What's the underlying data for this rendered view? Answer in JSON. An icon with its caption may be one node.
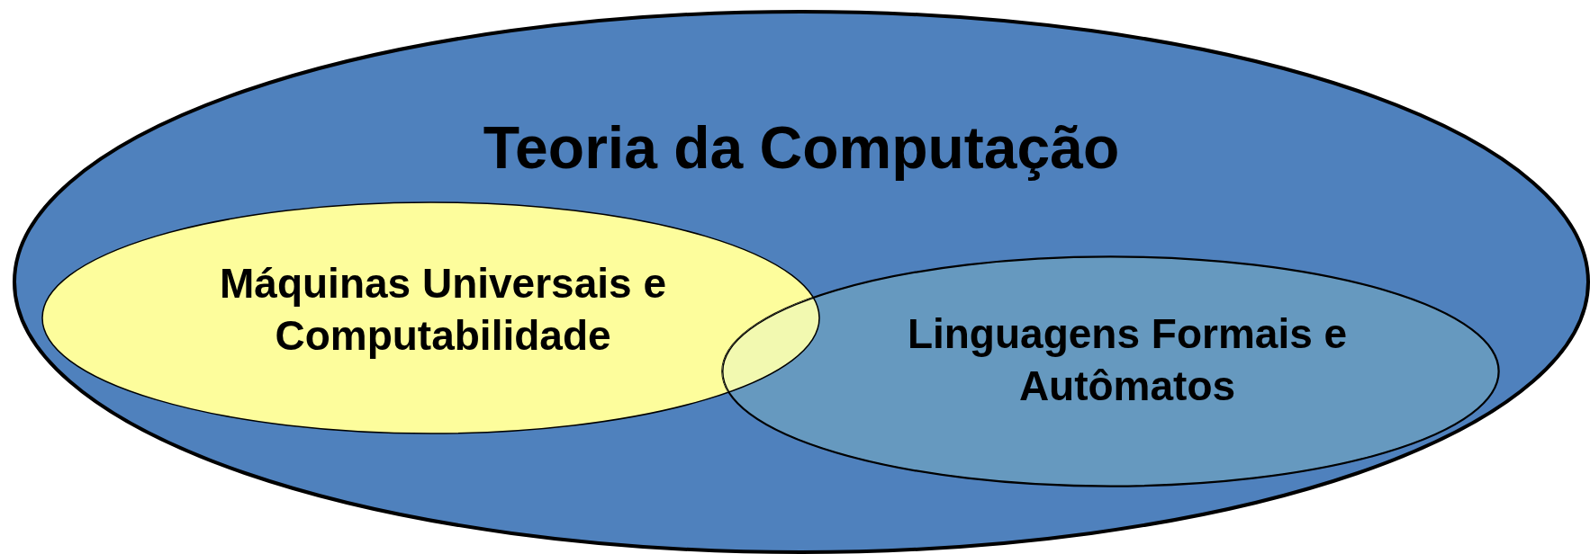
{
  "diagram": {
    "nodes": [
      {
        "text": [
          "Teoria da Computação"
        ]
      },
      {
        "text": [
          "Máquinas Universais e Computabilidade"
        ],
        "in": 0
      },
      {
        "text": [
          "Linguagens Formais e Autômatos"
        ],
        "in": 0
      }
    ]
  }
}
